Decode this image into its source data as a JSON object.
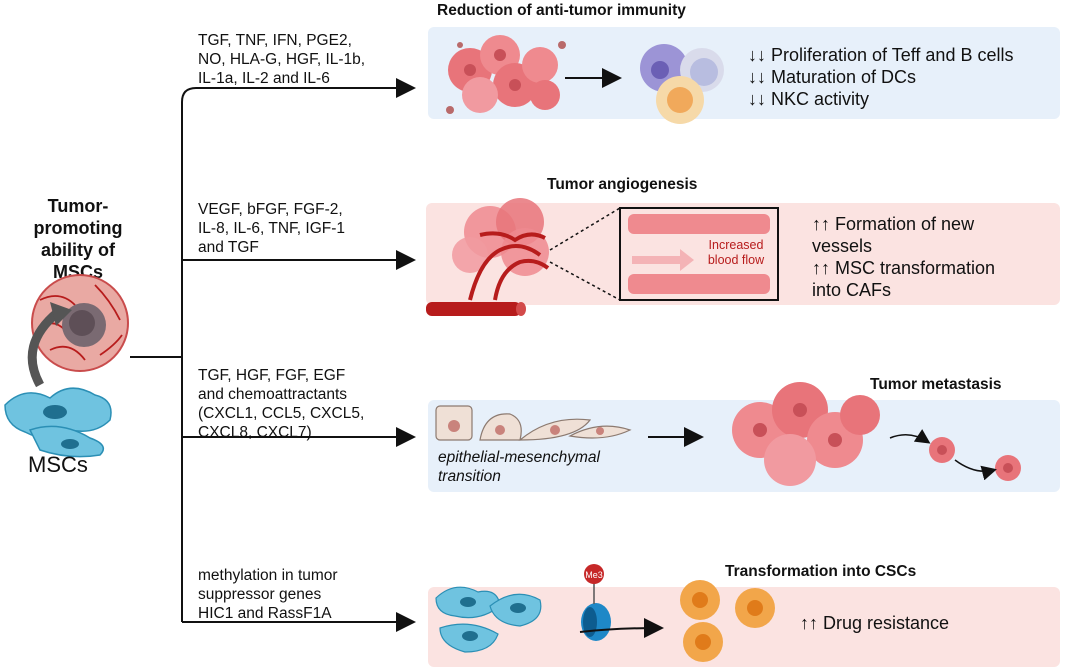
{
  "left": {
    "title": "Tumor-\npromoting\nability of MSCs",
    "cell_label": "MSCs"
  },
  "branches": [
    {
      "factors": "TGF, TNF, IFN, PGE2,\nNO, HLA-G, HGF, IL-1b,\nIL-1a, IL-2 and IL-6",
      "title": "Reduction of anti-tumor immunity",
      "effects": "↓↓ Proliferation of Teff and B cells\n↓↓ Maturation of DCs\n↓↓ NKC activity"
    },
    {
      "factors": "VEGF, bFGF, FGF-2,\nIL-8, IL-6, TNF, IGF-1\nand TGF",
      "title": "Tumor angiogenesis",
      "inset_label": "Increased\nblood flow",
      "effects": "↑↑ Formation of new\nvessels\n↑↑ MSC transformation\ninto CAFs"
    },
    {
      "factors": "TGF, HGF, FGF, EGF\nand chemoattractants\n(CXCL1, CCL5, CXCL5,\nCXCL8, CXCL7)",
      "title": "Tumor metastasis",
      "sublabel": "epithelial-mesenchymal\ntransition"
    },
    {
      "factors": "methylation in tumor\nsuppressor genes\nHIC1 and RassF1A",
      "title": "Transformation into CSCs",
      "badge": "Me3",
      "effects": "↑↑ Drug resistance"
    }
  ],
  "colors": {
    "panel_blue": "#e7f0fa",
    "panel_pink": "#fbe3e1",
    "tumor": "#e8747a",
    "vessel": "#b71c1c",
    "msc": "#6fc3e0",
    "csc": "#f2a64a"
  }
}
